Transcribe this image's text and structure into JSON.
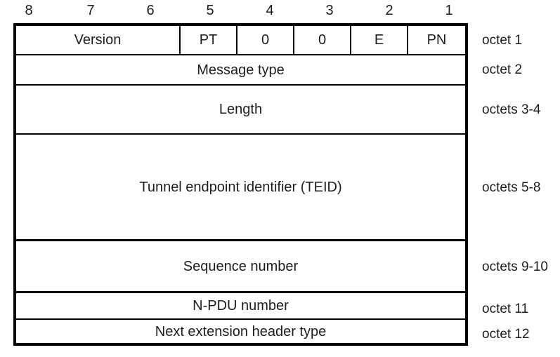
{
  "diagram": {
    "title_hint": "GTP header structure",
    "bit_labels": [
      "8",
      "7",
      "6",
      "5",
      "4",
      "3",
      "2",
      "1"
    ],
    "rows": [
      {
        "cells": [
          "Version",
          "PT",
          "0",
          "0",
          "E",
          "PN"
        ],
        "octet_label": "octet 1"
      },
      {
        "cells": [
          "Message type"
        ],
        "octet_label": "octet 2"
      },
      {
        "cells": [
          "Length"
        ],
        "octet_label": "octets 3-4"
      },
      {
        "cells": [
          "Tunnel endpoint identifier (TEID)"
        ],
        "octet_label": "octets 5-8"
      },
      {
        "cells": [
          "Sequence number"
        ],
        "octet_label": "octets 9-10"
      },
      {
        "cells": [
          "N-PDU number"
        ],
        "octet_label": "octet 11"
      },
      {
        "cells": [
          "Next extension header type"
        ],
        "octet_label": "octet 12"
      }
    ],
    "colors": {
      "border": "#000000",
      "text": "#1d1d1f",
      "background": "#ffffff"
    }
  }
}
